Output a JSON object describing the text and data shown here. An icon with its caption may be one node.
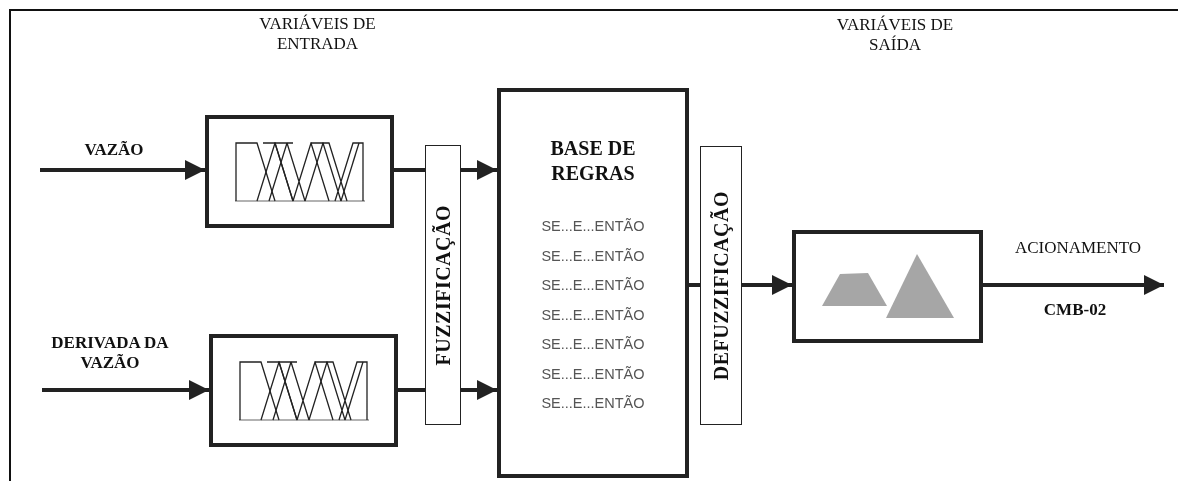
{
  "diagram": {
    "nodes": [
      {
        "text": [],
        "shape": "picture"
      },
      {
        "text": [],
        "shape": "picture"
      },
      {
        "text": [
          "FUZZIFICAÇÃO"
        ]
      },
      {
        "text": [
          "BASE DE REGRAS",
          "SE...E...ENTÃO",
          "SE...E...ENTÃO",
          "SE...E...ENTÃO",
          "SE...E...ENTÃO",
          "SE...E...ENTÃO",
          "SE...E...ENTÃO",
          "SE...E...ENTÃO"
        ]
      },
      {
        "text": [
          "DEFUZZIFICAÇÃO"
        ]
      },
      {
        "text": [],
        "shape": "picture"
      }
    ],
    "edges": [
      {
        "from": null,
        "to": 0,
        "arrow": "to",
        "label": "VAZÃO"
      },
      {
        "from": null,
        "to": 1,
        "arrow": "to",
        "label": "DERIVADA DA VAZÃO"
      },
      {
        "from": 0,
        "to": 2,
        "arrow": "none"
      },
      {
        "from": 2,
        "to": 3,
        "arrow": "to"
      },
      {
        "from": 1,
        "to": 2,
        "arrow": "none"
      },
      {
        "from": 2,
        "to": 3,
        "arrow": "to"
      },
      {
        "from": 3,
        "to": 4,
        "arrow": "none"
      },
      {
        "from": 4,
        "to": 5,
        "arrow": "to"
      },
      {
        "from": 5,
        "to": null,
        "arrow": "to",
        "label": "ACIONAMENTO"
      }
    ],
    "labels": [
      "VARIÁVEIS DE ENTRADA",
      "VARIÁVEIS DE SAÍDA",
      "CMB-02"
    ]
  }
}
